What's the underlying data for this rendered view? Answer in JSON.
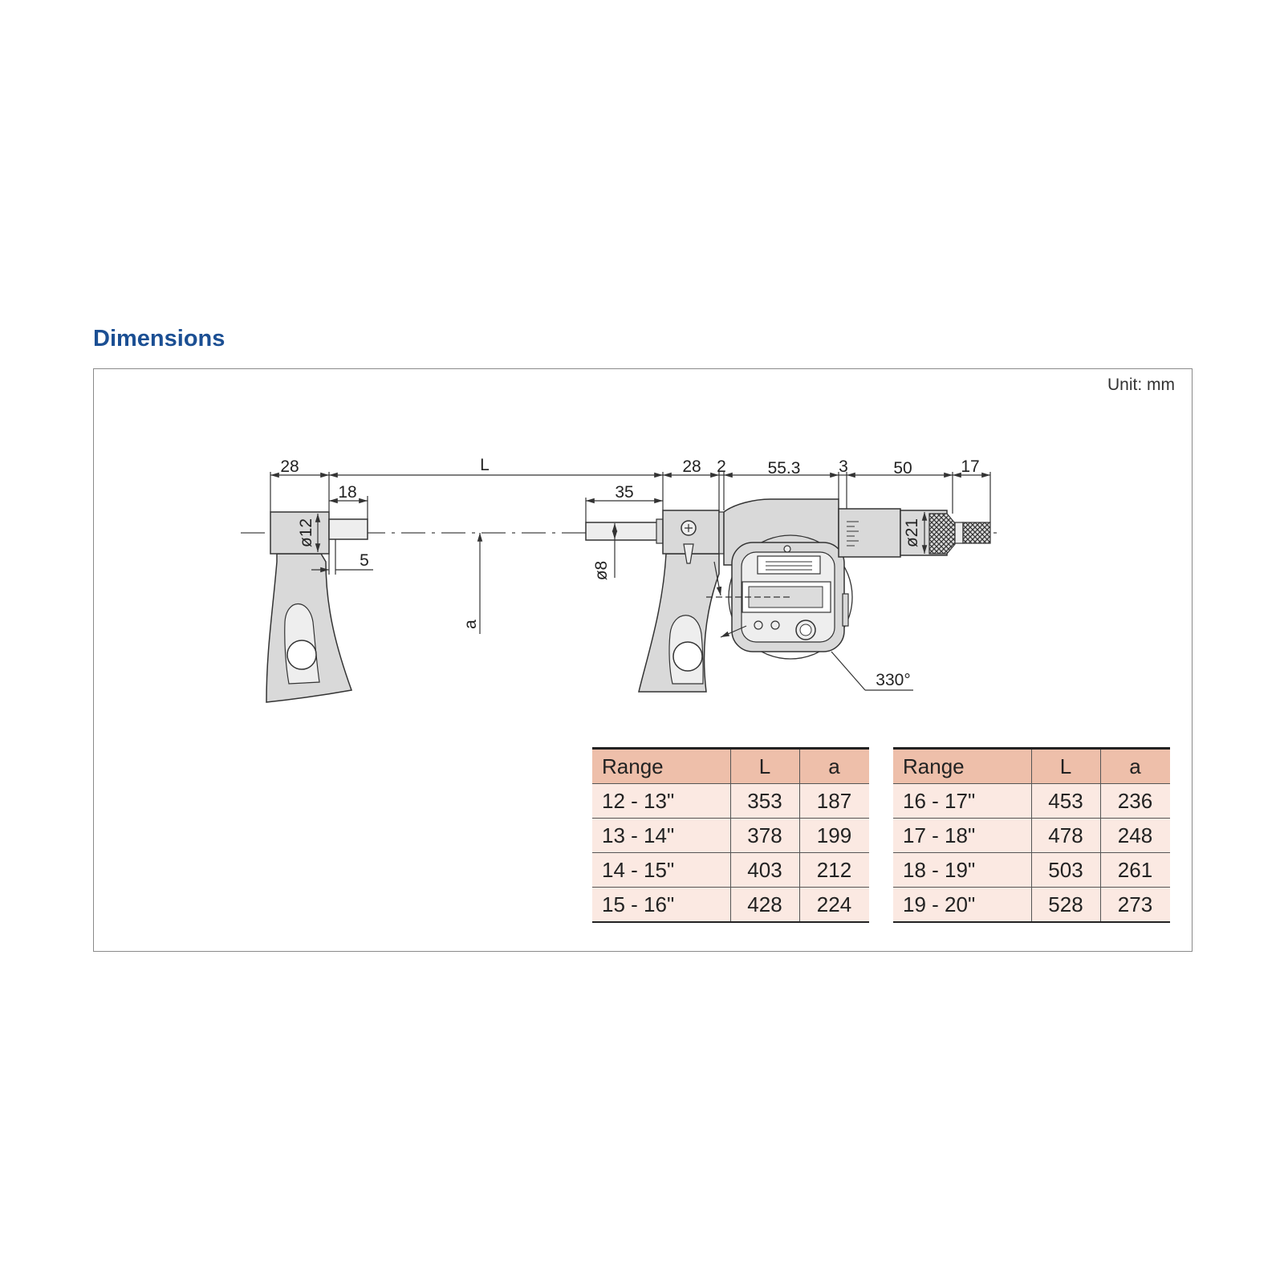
{
  "title": "Dimensions",
  "unit_label": "Unit: mm",
  "drawing": {
    "labels": {
      "d28_left": "28",
      "d18": "18",
      "d_phi12": "ø12",
      "d5": "5",
      "d_L": "L",
      "d35": "35",
      "d_phi8": "ø8",
      "d_a": "a",
      "d28_right": "28",
      "d2": "2",
      "d55_3": "55.3",
      "d3": "3",
      "d50": "50",
      "d17": "17",
      "d_phi21": "ø21",
      "angle": "330°"
    },
    "colors": {
      "line": "#333333",
      "body_fill": "#d9d9d9",
      "body_light": "#eeeeee"
    }
  },
  "tables": [
    {
      "headers": {
        "range": "Range",
        "L": "L",
        "a": "a"
      },
      "rows": [
        {
          "range": "12 - 13\"",
          "L": "353",
          "a": "187"
        },
        {
          "range": "13 - 14\"",
          "L": "378",
          "a": "199"
        },
        {
          "range": "14 - 15\"",
          "L": "403",
          "a": "212"
        },
        {
          "range": "15 - 16\"",
          "L": "428",
          "a": "224"
        }
      ]
    },
    {
      "headers": {
        "range": "Range",
        "L": "L",
        "a": "a"
      },
      "rows": [
        {
          "range": "16 - 17\"",
          "L": "453",
          "a": "236"
        },
        {
          "range": "17 - 18\"",
          "L": "478",
          "a": "248"
        },
        {
          "range": "18 - 19\"",
          "L": "503",
          "a": "261"
        },
        {
          "range": "19 - 20\"",
          "L": "528",
          "a": "273"
        }
      ]
    }
  ],
  "colors": {
    "title": "#1b4f93",
    "table_header": "#eebfaa",
    "table_row": "#fbe9e2"
  }
}
